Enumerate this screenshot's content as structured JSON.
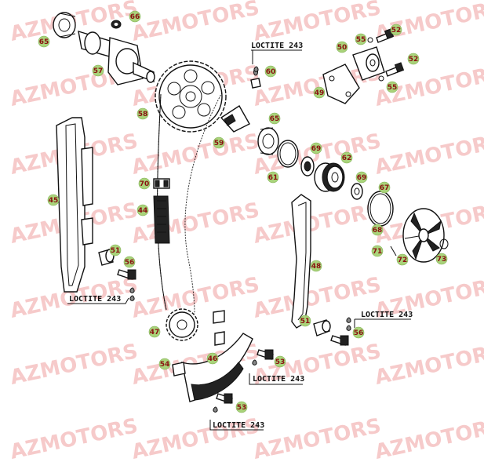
{
  "watermark": "AZMOTORS",
  "note_label": "LOCTITE 243",
  "markers": [
    {
      "id": "m65a",
      "text": "65"
    },
    {
      "id": "m66",
      "text": "66"
    },
    {
      "id": "m57",
      "text": "57"
    },
    {
      "id": "m58",
      "text": "58"
    },
    {
      "id": "m59",
      "text": "59"
    },
    {
      "id": "m60",
      "text": "60"
    },
    {
      "id": "m50",
      "text": "50"
    },
    {
      "id": "m55a",
      "text": "55"
    },
    {
      "id": "m52a",
      "text": "52"
    },
    {
      "id": "m52b",
      "text": "52"
    },
    {
      "id": "m55b",
      "text": "55"
    },
    {
      "id": "m49",
      "text": "49"
    },
    {
      "id": "m65b",
      "text": "65"
    },
    {
      "id": "m69a",
      "text": "69"
    },
    {
      "id": "m62",
      "text": "62"
    },
    {
      "id": "m61",
      "text": "61"
    },
    {
      "id": "m69b",
      "text": "69"
    },
    {
      "id": "m67",
      "text": "67"
    },
    {
      "id": "m68",
      "text": "68"
    },
    {
      "id": "m45",
      "text": "45"
    },
    {
      "id": "m70",
      "text": "70"
    },
    {
      "id": "m44",
      "text": "44"
    },
    {
      "id": "m71",
      "text": "71"
    },
    {
      "id": "m72",
      "text": "72"
    },
    {
      "id": "m73",
      "text": "73"
    },
    {
      "id": "m51a",
      "text": "51"
    },
    {
      "id": "m56a",
      "text": "56"
    },
    {
      "id": "m48",
      "text": "48"
    },
    {
      "id": "m47",
      "text": "47"
    },
    {
      "id": "m51b",
      "text": "51"
    },
    {
      "id": "m56b",
      "text": "56"
    },
    {
      "id": "m46",
      "text": "46"
    },
    {
      "id": "m53a",
      "text": "53"
    },
    {
      "id": "m54",
      "text": "54"
    },
    {
      "id": "m53b",
      "text": "53"
    }
  ],
  "colors": {
    "marker_fill": "#a9d37a",
    "watermark": "#f0a0a0"
  }
}
